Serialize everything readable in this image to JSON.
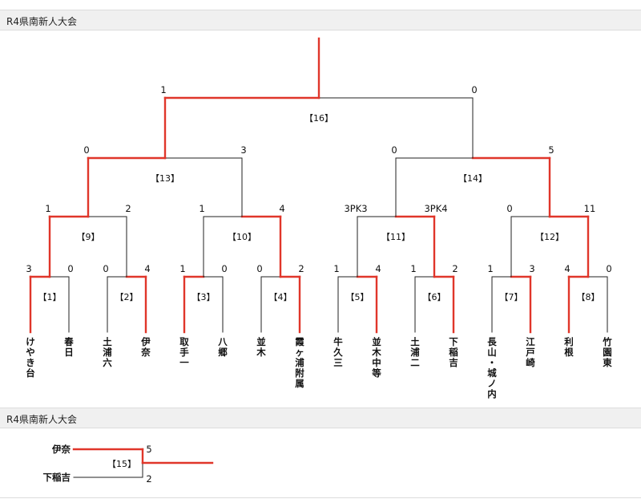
{
  "bracket1": {
    "title": "R4県南新人大会",
    "teams": [
      "けやき台",
      "春日",
      "土浦六",
      "伊奈",
      "取手一",
      "八郷",
      "並木",
      "霞ヶ浦附属",
      "牛久三",
      "並木中等",
      "土浦二",
      "下稲吉",
      "長山・城ノ内",
      "江戸崎",
      "利根",
      "竹園東"
    ],
    "round1": [
      {
        "label": "【1】",
        "scores": [
          "3",
          "0"
        ],
        "winner": 0
      },
      {
        "label": "【2】",
        "scores": [
          "0",
          "4"
        ],
        "winner": 1
      },
      {
        "label": "【3】",
        "scores": [
          "1",
          "0"
        ],
        "winner": 0
      },
      {
        "label": "【4】",
        "scores": [
          "0",
          "2"
        ],
        "winner": 1
      },
      {
        "label": "【5】",
        "scores": [
          "1",
          "4"
        ],
        "winner": 1
      },
      {
        "label": "【6】",
        "scores": [
          "1",
          "2"
        ],
        "winner": 1
      },
      {
        "label": "【7】",
        "scores": [
          "1",
          "3"
        ],
        "winner": 1
      },
      {
        "label": "【8】",
        "scores": [
          "4",
          "0"
        ],
        "winner": 0
      }
    ],
    "round2": [
      {
        "label": "【9】",
        "scores": [
          "1",
          "2"
        ],
        "winner": 0
      },
      {
        "label": "【10】",
        "scores": [
          "1",
          "4"
        ],
        "winner": 1
      },
      {
        "label": "【11】",
        "scores": [
          "3PK3",
          "3PK4"
        ],
        "winner": 1
      },
      {
        "label": "【12】",
        "scores": [
          "0",
          "11"
        ],
        "winner": 1
      }
    ],
    "round3": [
      {
        "label": "【13】",
        "scores": [
          "0",
          "3"
        ],
        "winner": 0
      },
      {
        "label": "【14】",
        "scores": [
          "0",
          "5"
        ],
        "winner": 1
      }
    ],
    "final": {
      "label": "【16】",
      "scores": [
        "1",
        "0"
      ],
      "winner": 0
    }
  },
  "bracket2": {
    "title": "R4県南新人大会",
    "match": {
      "label": "【15】",
      "teams": [
        "伊奈",
        "下稲吉"
      ],
      "scores": [
        "5",
        "2"
      ],
      "winner": 0
    }
  }
}
